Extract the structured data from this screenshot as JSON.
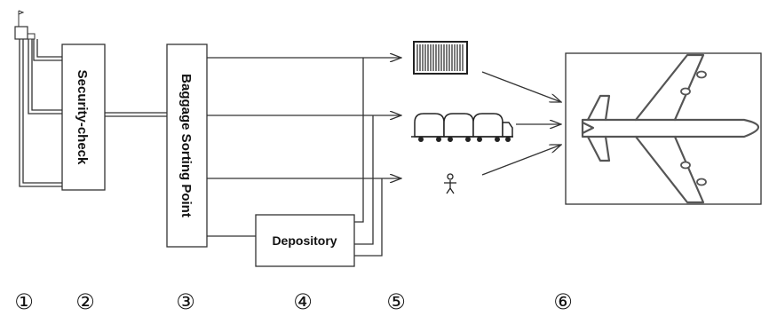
{
  "boxes": {
    "security": "Security-check",
    "sorting": "Baggage Sorting Point",
    "depository": "Depository"
  },
  "steps": [
    "①",
    "②",
    "③",
    "④",
    "⑤",
    "⑥"
  ],
  "icons": {
    "source": "conveyor-source-icon",
    "container": "baggage-container-icon",
    "cart": "baggage-cart-icon",
    "person": "person-icon",
    "airplane": "airplane-icon"
  }
}
